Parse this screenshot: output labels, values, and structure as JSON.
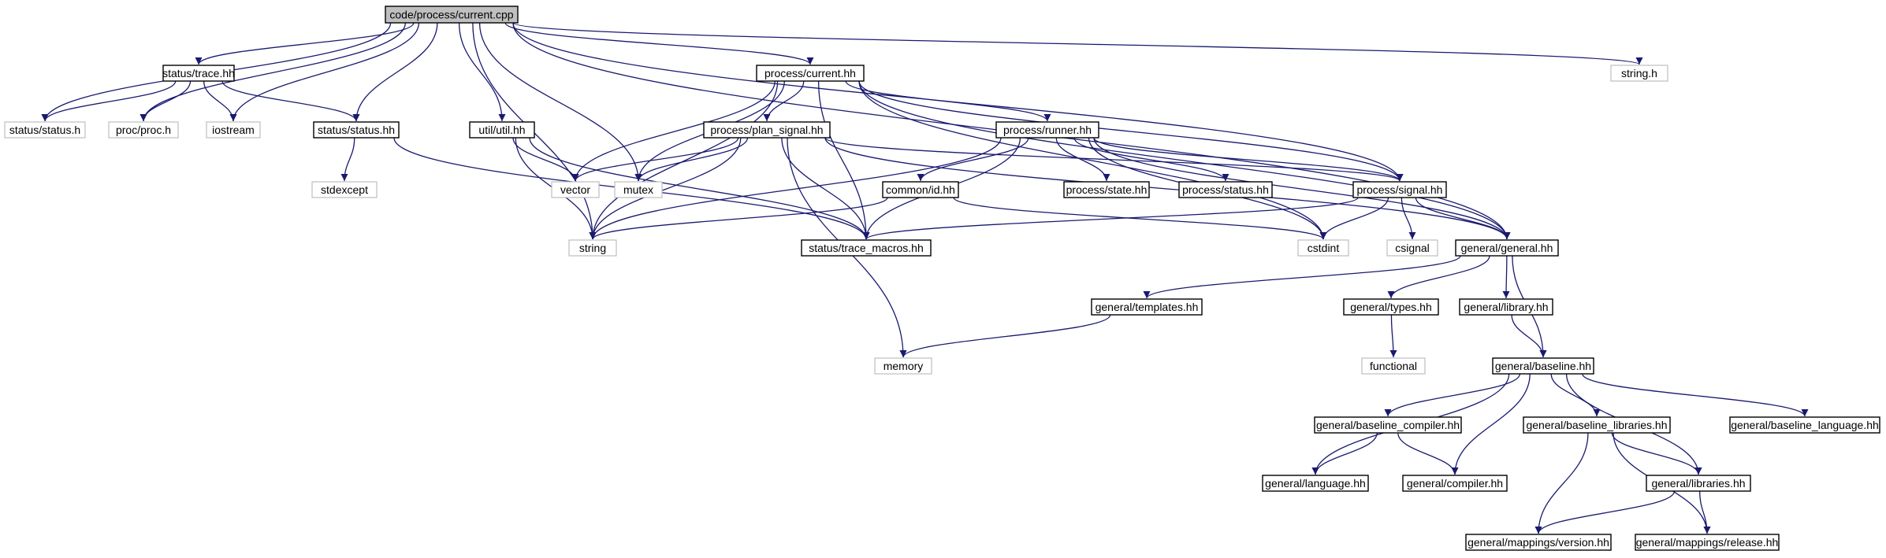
{
  "nodes": [
    {
      "id": "root",
      "label": "code/process/current.cpp",
      "kind": "root"
    },
    {
      "id": "status_trace",
      "label": "status/trace.hh",
      "kind": "doc"
    },
    {
      "id": "process_current_hh",
      "label": "process/current.hh",
      "kind": "doc"
    },
    {
      "id": "string_h",
      "label": "string.h",
      "kind": "sys"
    },
    {
      "id": "status_status_h",
      "label": "status/status.h",
      "kind": "sys"
    },
    {
      "id": "proc_proc",
      "label": "proc/proc.h",
      "kind": "sys"
    },
    {
      "id": "iostream",
      "label": "iostream",
      "kind": "sys"
    },
    {
      "id": "status_status_hh",
      "label": "status/status.hh",
      "kind": "doc"
    },
    {
      "id": "util_util",
      "label": "util/util.hh",
      "kind": "doc"
    },
    {
      "id": "plan_signal",
      "label": "process/plan_signal.hh",
      "kind": "doc"
    },
    {
      "id": "runner",
      "label": "process/runner.hh",
      "kind": "doc"
    },
    {
      "id": "stdexcept",
      "label": "stdexcept",
      "kind": "sys"
    },
    {
      "id": "vector",
      "label": "vector",
      "kind": "sys"
    },
    {
      "id": "mutex",
      "label": "mutex",
      "kind": "sys"
    },
    {
      "id": "common_id",
      "label": "common/id.hh",
      "kind": "doc"
    },
    {
      "id": "process_state",
      "label": "process/state.hh",
      "kind": "doc"
    },
    {
      "id": "process_status",
      "label": "process/status.hh",
      "kind": "doc"
    },
    {
      "id": "process_signal",
      "label": "process/signal.hh",
      "kind": "doc"
    },
    {
      "id": "string",
      "label": "string",
      "kind": "sys"
    },
    {
      "id": "trace_macros",
      "label": "status/trace_macros.hh",
      "kind": "doc"
    },
    {
      "id": "cstdint",
      "label": "cstdint",
      "kind": "sys"
    },
    {
      "id": "csignal",
      "label": "csignal",
      "kind": "sys"
    },
    {
      "id": "general",
      "label": "general/general.hh",
      "kind": "doc"
    },
    {
      "id": "templates",
      "label": "general/templates.hh",
      "kind": "doc"
    },
    {
      "id": "types",
      "label": "general/types.hh",
      "kind": "doc"
    },
    {
      "id": "library",
      "label": "general/library.hh",
      "kind": "doc"
    },
    {
      "id": "functional",
      "label": "functional",
      "kind": "sys"
    },
    {
      "id": "memory",
      "label": "memory",
      "kind": "sys"
    },
    {
      "id": "baseline",
      "label": "general/baseline.hh",
      "kind": "doc"
    },
    {
      "id": "baseline_compiler",
      "label": "general/baseline_compiler.hh",
      "kind": "doc"
    },
    {
      "id": "baseline_libraries",
      "label": "general/baseline_libraries.hh",
      "kind": "doc"
    },
    {
      "id": "baseline_language",
      "label": "general/baseline_language.hh",
      "kind": "doc"
    },
    {
      "id": "language",
      "label": "general/language.hh",
      "kind": "doc"
    },
    {
      "id": "compiler",
      "label": "general/compiler.hh",
      "kind": "doc"
    },
    {
      "id": "libraries",
      "label": "general/libraries.hh",
      "kind": "doc"
    },
    {
      "id": "mappings_version",
      "label": "general/mappings/version.hh",
      "kind": "doc"
    },
    {
      "id": "mappings_release",
      "label": "general/mappings/release.hh",
      "kind": "doc"
    }
  ],
  "edges": [
    [
      "root",
      "status_trace"
    ],
    [
      "root",
      "process_current_hh"
    ],
    [
      "root",
      "string_h"
    ],
    [
      "root",
      "status_status_h"
    ],
    [
      "root",
      "proc_proc"
    ],
    [
      "root",
      "iostream"
    ],
    [
      "root",
      "status_status_hh"
    ],
    [
      "root",
      "util_util"
    ],
    [
      "root",
      "string"
    ],
    [
      "root",
      "mutex"
    ],
    [
      "root",
      "process_signal"
    ],
    [
      "root",
      "general"
    ],
    [
      "status_trace",
      "status_status_h"
    ],
    [
      "status_trace",
      "proc_proc"
    ],
    [
      "status_trace",
      "iostream"
    ],
    [
      "status_trace",
      "status_status_hh"
    ],
    [
      "status_status_hh",
      "stdexcept"
    ],
    [
      "status_status_hh",
      "trace_macros"
    ],
    [
      "util_util",
      "vector"
    ],
    [
      "util_util",
      "string"
    ],
    [
      "util_util",
      "trace_macros"
    ],
    [
      "process_current_hh",
      "plan_signal"
    ],
    [
      "process_current_hh",
      "runner"
    ],
    [
      "process_current_hh",
      "vector"
    ],
    [
      "process_current_hh",
      "mutex"
    ],
    [
      "process_current_hh",
      "string"
    ],
    [
      "process_current_hh",
      "trace_macros"
    ],
    [
      "process_current_hh",
      "cstdint"
    ],
    [
      "process_current_hh",
      "process_signal"
    ],
    [
      "process_current_hh",
      "general"
    ],
    [
      "plan_signal",
      "vector"
    ],
    [
      "plan_signal",
      "mutex"
    ],
    [
      "plan_signal",
      "string"
    ],
    [
      "plan_signal",
      "trace_macros"
    ],
    [
      "plan_signal",
      "memory"
    ],
    [
      "plan_signal",
      "process_signal"
    ],
    [
      "plan_signal",
      "general"
    ],
    [
      "runner",
      "common_id"
    ],
    [
      "runner",
      "process_state"
    ],
    [
      "runner",
      "process_status"
    ],
    [
      "runner",
      "process_signal"
    ],
    [
      "runner",
      "string"
    ],
    [
      "runner",
      "trace_macros"
    ],
    [
      "runner",
      "cstdint"
    ],
    [
      "runner",
      "general"
    ],
    [
      "common_id",
      "string"
    ],
    [
      "common_id",
      "cstdint"
    ],
    [
      "process_signal",
      "trace_macros"
    ],
    [
      "process_signal",
      "cstdint"
    ],
    [
      "process_signal",
      "csignal"
    ],
    [
      "process_signal",
      "general"
    ],
    [
      "general",
      "templates"
    ],
    [
      "general",
      "types"
    ],
    [
      "general",
      "library"
    ],
    [
      "general",
      "baseline"
    ],
    [
      "templates",
      "memory"
    ],
    [
      "types",
      "functional"
    ],
    [
      "library",
      "baseline"
    ],
    [
      "baseline",
      "baseline_compiler"
    ],
    [
      "baseline",
      "baseline_libraries"
    ],
    [
      "baseline",
      "baseline_language"
    ],
    [
      "baseline",
      "language"
    ],
    [
      "baseline",
      "compiler"
    ],
    [
      "baseline",
      "libraries"
    ],
    [
      "baseline_compiler",
      "language"
    ],
    [
      "baseline_compiler",
      "compiler"
    ],
    [
      "baseline_libraries",
      "libraries"
    ],
    [
      "baseline_libraries",
      "mappings_version"
    ],
    [
      "baseline_libraries",
      "mappings_release"
    ],
    [
      "libraries",
      "mappings_version"
    ],
    [
      "libraries",
      "mappings_release"
    ]
  ]
}
